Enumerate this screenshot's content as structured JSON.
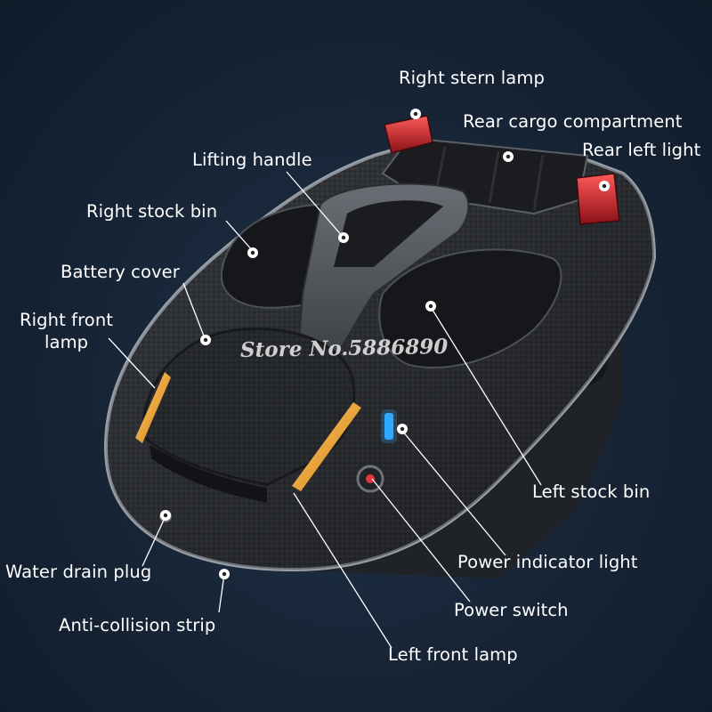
{
  "labels": {
    "right_stern_lamp": "Right stern lamp",
    "rear_cargo_compartment": "Rear cargo compartment",
    "rear_left_light": "Rear left light",
    "lifting_handle": "Lifting handle",
    "right_stock_bin": "Right stock bin",
    "battery_cover": "Battery cover",
    "right_front_lamp_line1": "Right front",
    "right_front_lamp_line2": "lamp",
    "left_stock_bin": "Left stock bin",
    "power_indicator_light": "Power indicator light",
    "power_switch": "Power switch",
    "water_drain_plug": "Water drain plug",
    "anti_collision_strip": "Anti-collision strip",
    "left_front_lamp": "Left front lamp"
  },
  "watermark": "Store No.5886890",
  "colors": {
    "background": "#182638",
    "hull": "#3a3d42",
    "lamp_amber": "#f2a024",
    "lamp_red": "#c8202a",
    "indicator_blue": "#2fa8ff",
    "leader_line": "#ffffff"
  }
}
